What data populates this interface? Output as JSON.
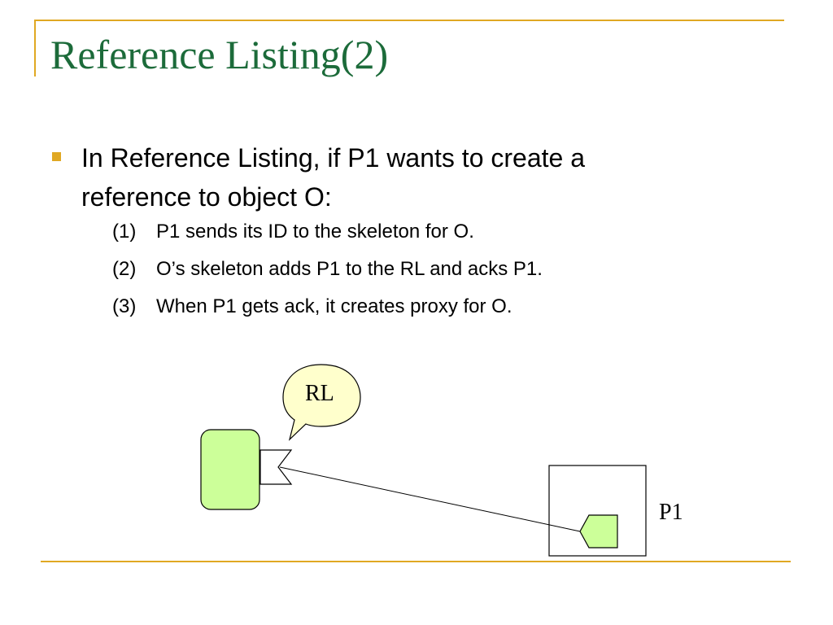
{
  "slide": {
    "title": "Reference Listing(2)",
    "bullet": "In Reference Listing, if P1 wants to create a reference to object O:",
    "steps": [
      {
        "num": "(1)",
        "text": "P1 sends its ID to the skeleton for O."
      },
      {
        "num": "(2)",
        "text": "O’s skeleton adds P1 to the RL and acks P1."
      },
      {
        "num": "(3)",
        "text": "When P1 gets ack, it creates proxy for O."
      }
    ]
  },
  "diagram": {
    "callout_label": "RL",
    "process_label": "P1"
  },
  "colors": {
    "accent": "#e0a823",
    "title": "#1c6b3a",
    "object_fill": "#ccff99",
    "callout_fill": "#ffffcc"
  }
}
